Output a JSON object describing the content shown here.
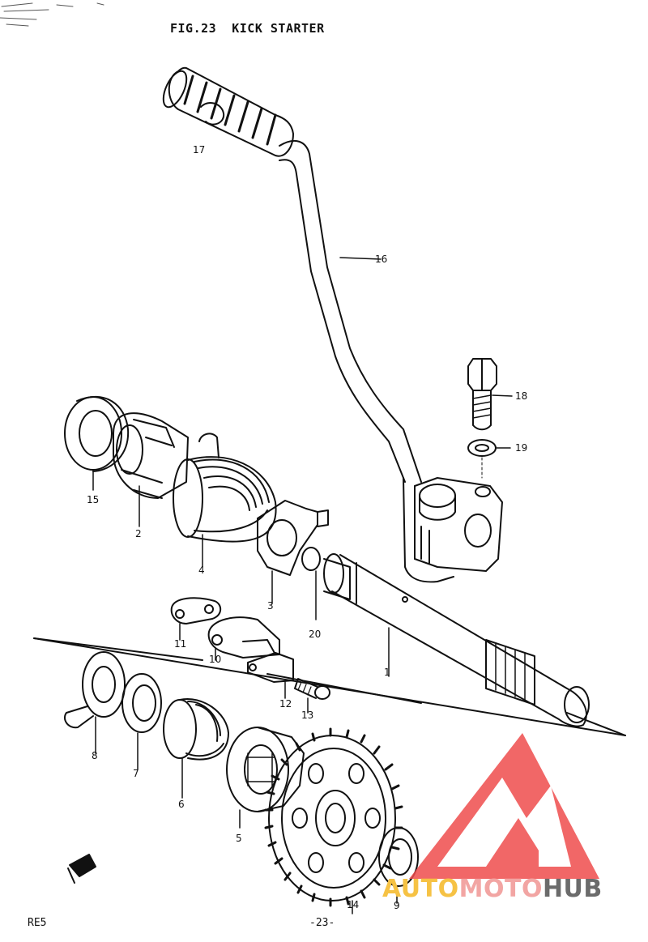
{
  "figure": {
    "label": "FIG.23",
    "name": "KICK STARTER"
  },
  "callouts": [
    "17",
    "16",
    "18",
    "19",
    "15",
    "2",
    "4",
    "3",
    "20",
    "11",
    "10",
    "12",
    "13",
    "1",
    "8",
    "7",
    "6",
    "5",
    "14",
    "9"
  ],
  "footer": {
    "model": "RE5",
    "page": "-23-"
  },
  "watermark": {
    "part1": "AUTO",
    "part2": "MOTO",
    "part3": "HUB",
    "color_auto": "#f6c244",
    "color_moto": "#f2a5a3",
    "color_hub": "#6b6b6b",
    "logo_color": "#ee4c4c"
  }
}
